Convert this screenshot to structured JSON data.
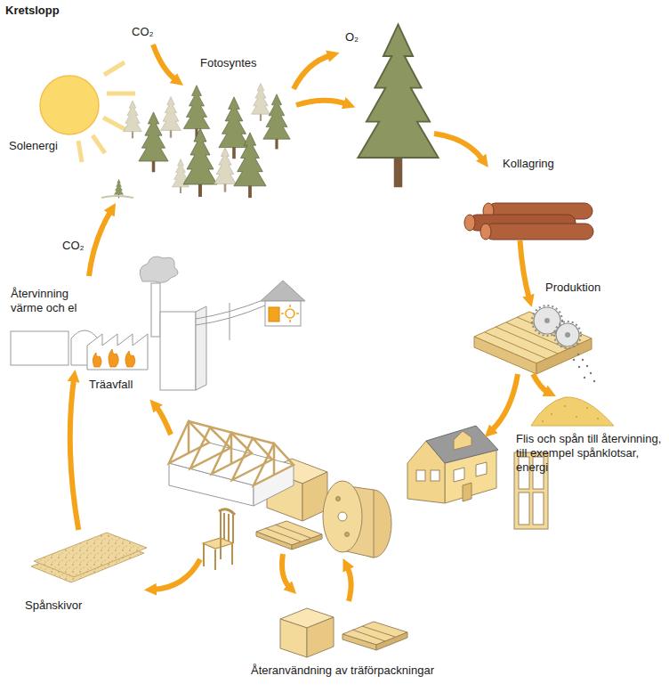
{
  "diagram": {
    "title": "Kretslopp",
    "nodes": [
      {
        "text": [
          "Solenergi"
        ]
      },
      {
        "text": [
          "Fotosyntes"
        ]
      },
      {
        "text": [
          "Kollagring"
        ]
      },
      {
        "text": [
          "Produktion"
        ]
      },
      {
        "text": [
          "Flis och spån till återvinning, till exempel spånklotsar, energi"
        ]
      },
      {
        "text": [
          "Återvinning värme och el",
          "Träavfall"
        ]
      },
      {
        "text": [
          "Spånskivor"
        ]
      },
      {
        "text": [
          "Återanvändning av träförpackningar"
        ]
      }
    ],
    "edges": [
      {
        "from": 2,
        "to": 3,
        "arrow": "to"
      },
      {
        "from": 3,
        "to": 4,
        "arrow": "to"
      },
      {
        "from": 6,
        "to": 5,
        "arrow": "to"
      },
      {
        "from": 5,
        "to": 1,
        "arrow": "to"
      }
    ],
    "labels": [
      "CO₂",
      "O₂",
      "CO₂"
    ]
  }
}
